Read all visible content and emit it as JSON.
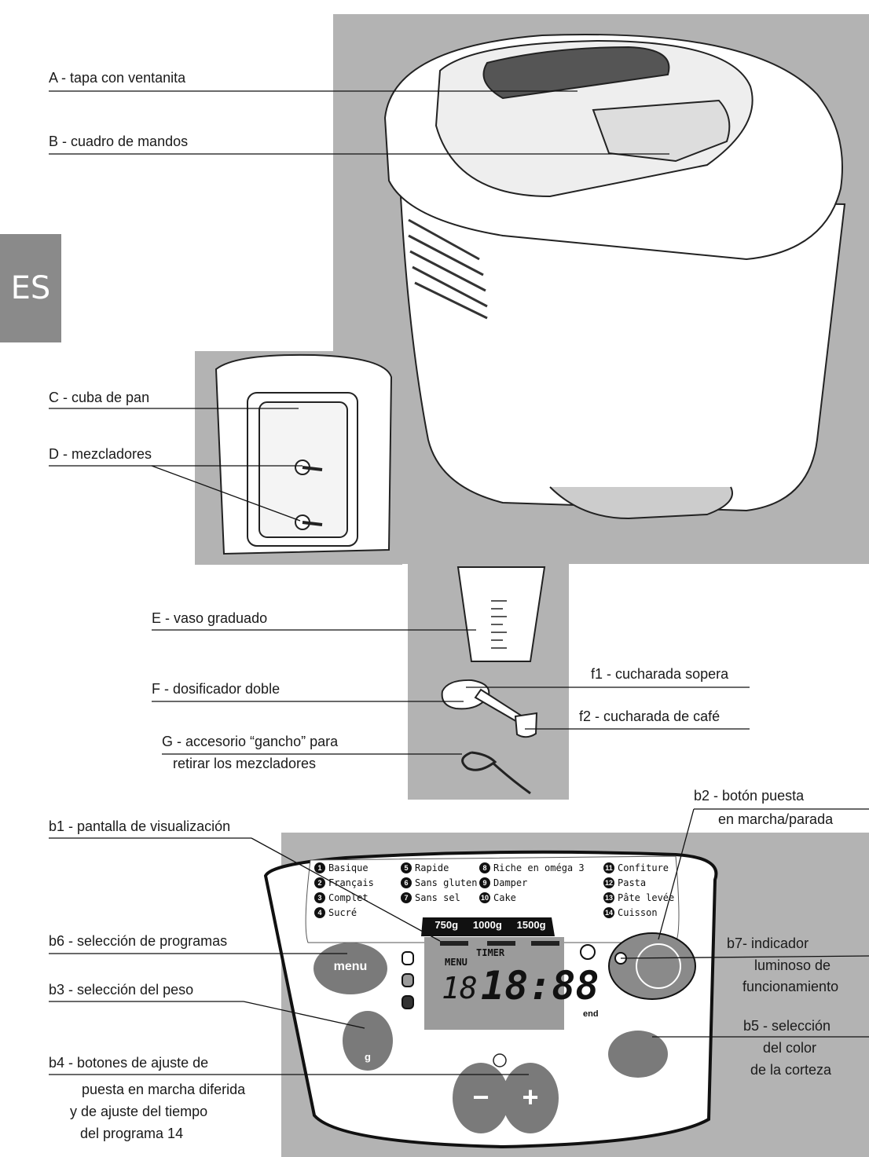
{
  "tab": "ES",
  "labels": {
    "A": "A - tapa con ventanita",
    "B": "B - cuadro de mandos",
    "C": "C - cuba de pan",
    "D": "D - mezcladores",
    "E": "E - vaso graduado",
    "F": "F - dosificador doble",
    "f1": "f1 - cucharada sopera",
    "f2": "f2 - cucharada de café",
    "G1": "G - accesorio “gancho” para",
    "G2": "retirar los mezcladores",
    "b1": "b1 - pantalla de visualización",
    "b2_1": "b2 - botón puesta",
    "b2_2": "en marcha/parada",
    "b6": "b6 - selección de programas",
    "b7_1": "b7- indicador",
    "b7_2": "luminoso de",
    "b7_3": "funcionamiento",
    "b3": "b3 - selección del peso",
    "b5_1": "b5 - selección",
    "b5_2": "del color",
    "b5_3": "de la corteza",
    "b4_1": "b4 - botones de ajuste de",
    "b4_2": "puesta en marcha diferida",
    "b4_3": "y de ajuste del tiempo",
    "b4_4": "del programa 14"
  },
  "panel": {
    "programs": [
      {
        "n": "1",
        "name": "Basique"
      },
      {
        "n": "2",
        "name": "Français"
      },
      {
        "n": "3",
        "name": "Complet"
      },
      {
        "n": "4",
        "name": "Sucré"
      },
      {
        "n": "5",
        "name": "Rapide"
      },
      {
        "n": "6",
        "name": "Sans gluten"
      },
      {
        "n": "7",
        "name": "Sans sel"
      },
      {
        "n": "8",
        "name": "Riche en oméga 3"
      },
      {
        "n": "9",
        "name": "Damper"
      },
      {
        "n": "10",
        "name": "Cake"
      },
      {
        "n": "11",
        "name": "Confiture"
      },
      {
        "n": "12",
        "name": "Pasta"
      },
      {
        "n": "13",
        "name": "Pâte levée"
      },
      {
        "n": "14",
        "name": "Cuisson"
      }
    ],
    "weights": [
      "750g",
      "1000g",
      "1500g"
    ],
    "display": {
      "menu": "MENU",
      "timer": "TIMER",
      "digits": "18:88",
      "program": "18",
      "end": "end"
    },
    "menu_button": "menu",
    "weight_button": "g",
    "minus": "−",
    "plus": "+"
  },
  "colors": {
    "panel_bg": "#b3b3b3",
    "dark_button": "#7a7a7a",
    "lcd": "#9b9b9b"
  }
}
